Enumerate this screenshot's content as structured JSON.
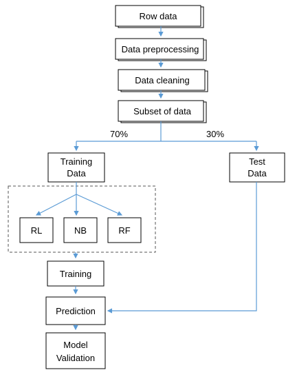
{
  "steps": {
    "row_data": "Row data",
    "preprocessing": "Data preprocessing",
    "cleaning": "Data cleaning",
    "subset": "Subset of data"
  },
  "split": {
    "train_pct": "70%",
    "test_pct": "30%"
  },
  "training_data": {
    "line1": "Training",
    "line2": "Data"
  },
  "test_data": {
    "line1": "Test",
    "line2": "Data"
  },
  "models": {
    "rl": "RL",
    "nb": "NB",
    "rf": "RF"
  },
  "training": "Training",
  "prediction": "Prediction",
  "validation": {
    "line1": "Model",
    "line2": "Validation"
  },
  "colors": {
    "connector": "#5b9bd5",
    "box_border": "#000000",
    "text": "#000000"
  }
}
